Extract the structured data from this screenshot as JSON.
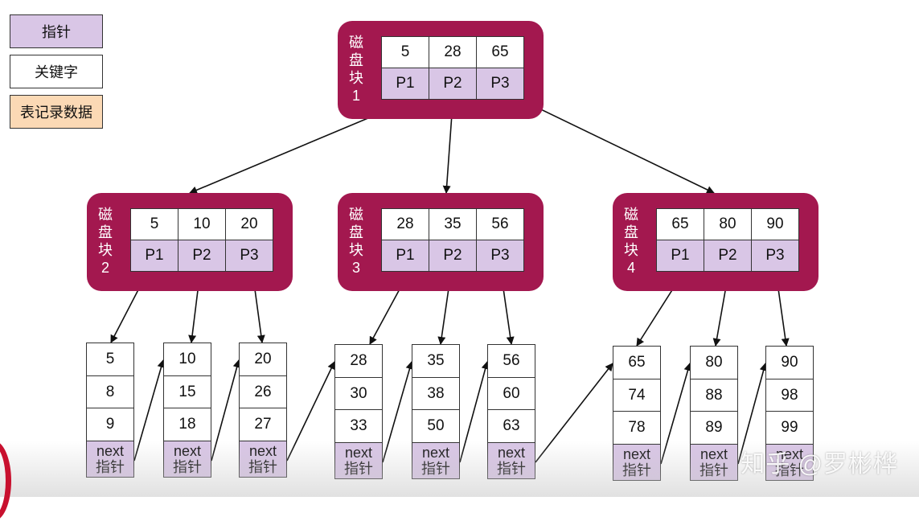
{
  "legend": {
    "pointer_label": "指针",
    "key_label": "关键字",
    "record_label": "表记录数据"
  },
  "colors": {
    "node": "#a3184f",
    "pointer": "#d9c6e6",
    "key": "#ffffff",
    "record": "#fbd9b5"
  },
  "root": {
    "label": "磁\n盘\n块\n1",
    "keys": [
      "5",
      "28",
      "65"
    ],
    "pointers": [
      "P1",
      "P2",
      "P3"
    ]
  },
  "internal_nodes": [
    {
      "label": "磁\n盘\n块\n2",
      "keys": [
        "5",
        "10",
        "20"
      ],
      "pointers": [
        "P1",
        "P2",
        "P3"
      ]
    },
    {
      "label": "磁\n盘\n块\n3",
      "keys": [
        "28",
        "35",
        "56"
      ],
      "pointers": [
        "P1",
        "P2",
        "P3"
      ]
    },
    {
      "label": "磁\n盘\n块\n4",
      "keys": [
        "65",
        "80",
        "90"
      ],
      "pointers": [
        "P1",
        "P2",
        "P3"
      ]
    }
  ],
  "leaves": [
    {
      "keys": [
        "5",
        "8",
        "9"
      ]
    },
    {
      "keys": [
        "10",
        "15",
        "18"
      ]
    },
    {
      "keys": [
        "20",
        "26",
        "27"
      ]
    },
    {
      "keys": [
        "28",
        "30",
        "33"
      ]
    },
    {
      "keys": [
        "35",
        "38",
        "50"
      ]
    },
    {
      "keys": [
        "56",
        "60",
        "63"
      ]
    },
    {
      "keys": [
        "65",
        "74",
        "78"
      ]
    },
    {
      "keys": [
        "80",
        "88",
        "89"
      ]
    },
    {
      "keys": [
        "90",
        "98",
        "99"
      ]
    }
  ],
  "next_line1": "next",
  "next_line2": "指针",
  "watermark": "知乎 @罗彬桦"
}
